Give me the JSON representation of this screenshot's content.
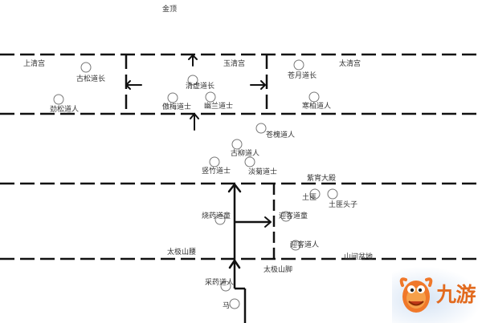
{
  "title": "金顶",
  "regions": {
    "shangqing": "上清宫",
    "yuqing": "玉清宫",
    "taiqing": "太清宫",
    "zixiao": "紫宵大殿",
    "taiji_yao": "太极山腰",
    "taiji_jiao": "太极山脚",
    "shanjian": "山间盆地"
  },
  "npcs": {
    "gusong": "古松道长",
    "jingsong": "劲松道人",
    "qingxu": "清虚道长",
    "aomei": "傲梅道士",
    "youlan": "幽兰道士",
    "cangyue": "苍月道长",
    "hanbai": "寒柏道人",
    "canghuai": "苍槐道人",
    "guliu": "古柳道人",
    "shuzhu": "竖竹道士",
    "danju": "淡菊道士",
    "tufei": "土匪",
    "tufei_tou": "土匪头子",
    "shaoyao": "烧药道童",
    "yingke_tong": "迎客道童",
    "yingke_ren": "迎客道人",
    "caiyao": "采药道人",
    "ma": "马"
  },
  "logo": {
    "brand": "九游",
    "mascot": "mascot-icon",
    "accent": "#e26a1e"
  },
  "colors": {
    "line": "#111111",
    "circle": "#777777",
    "text": "#333333"
  }
}
